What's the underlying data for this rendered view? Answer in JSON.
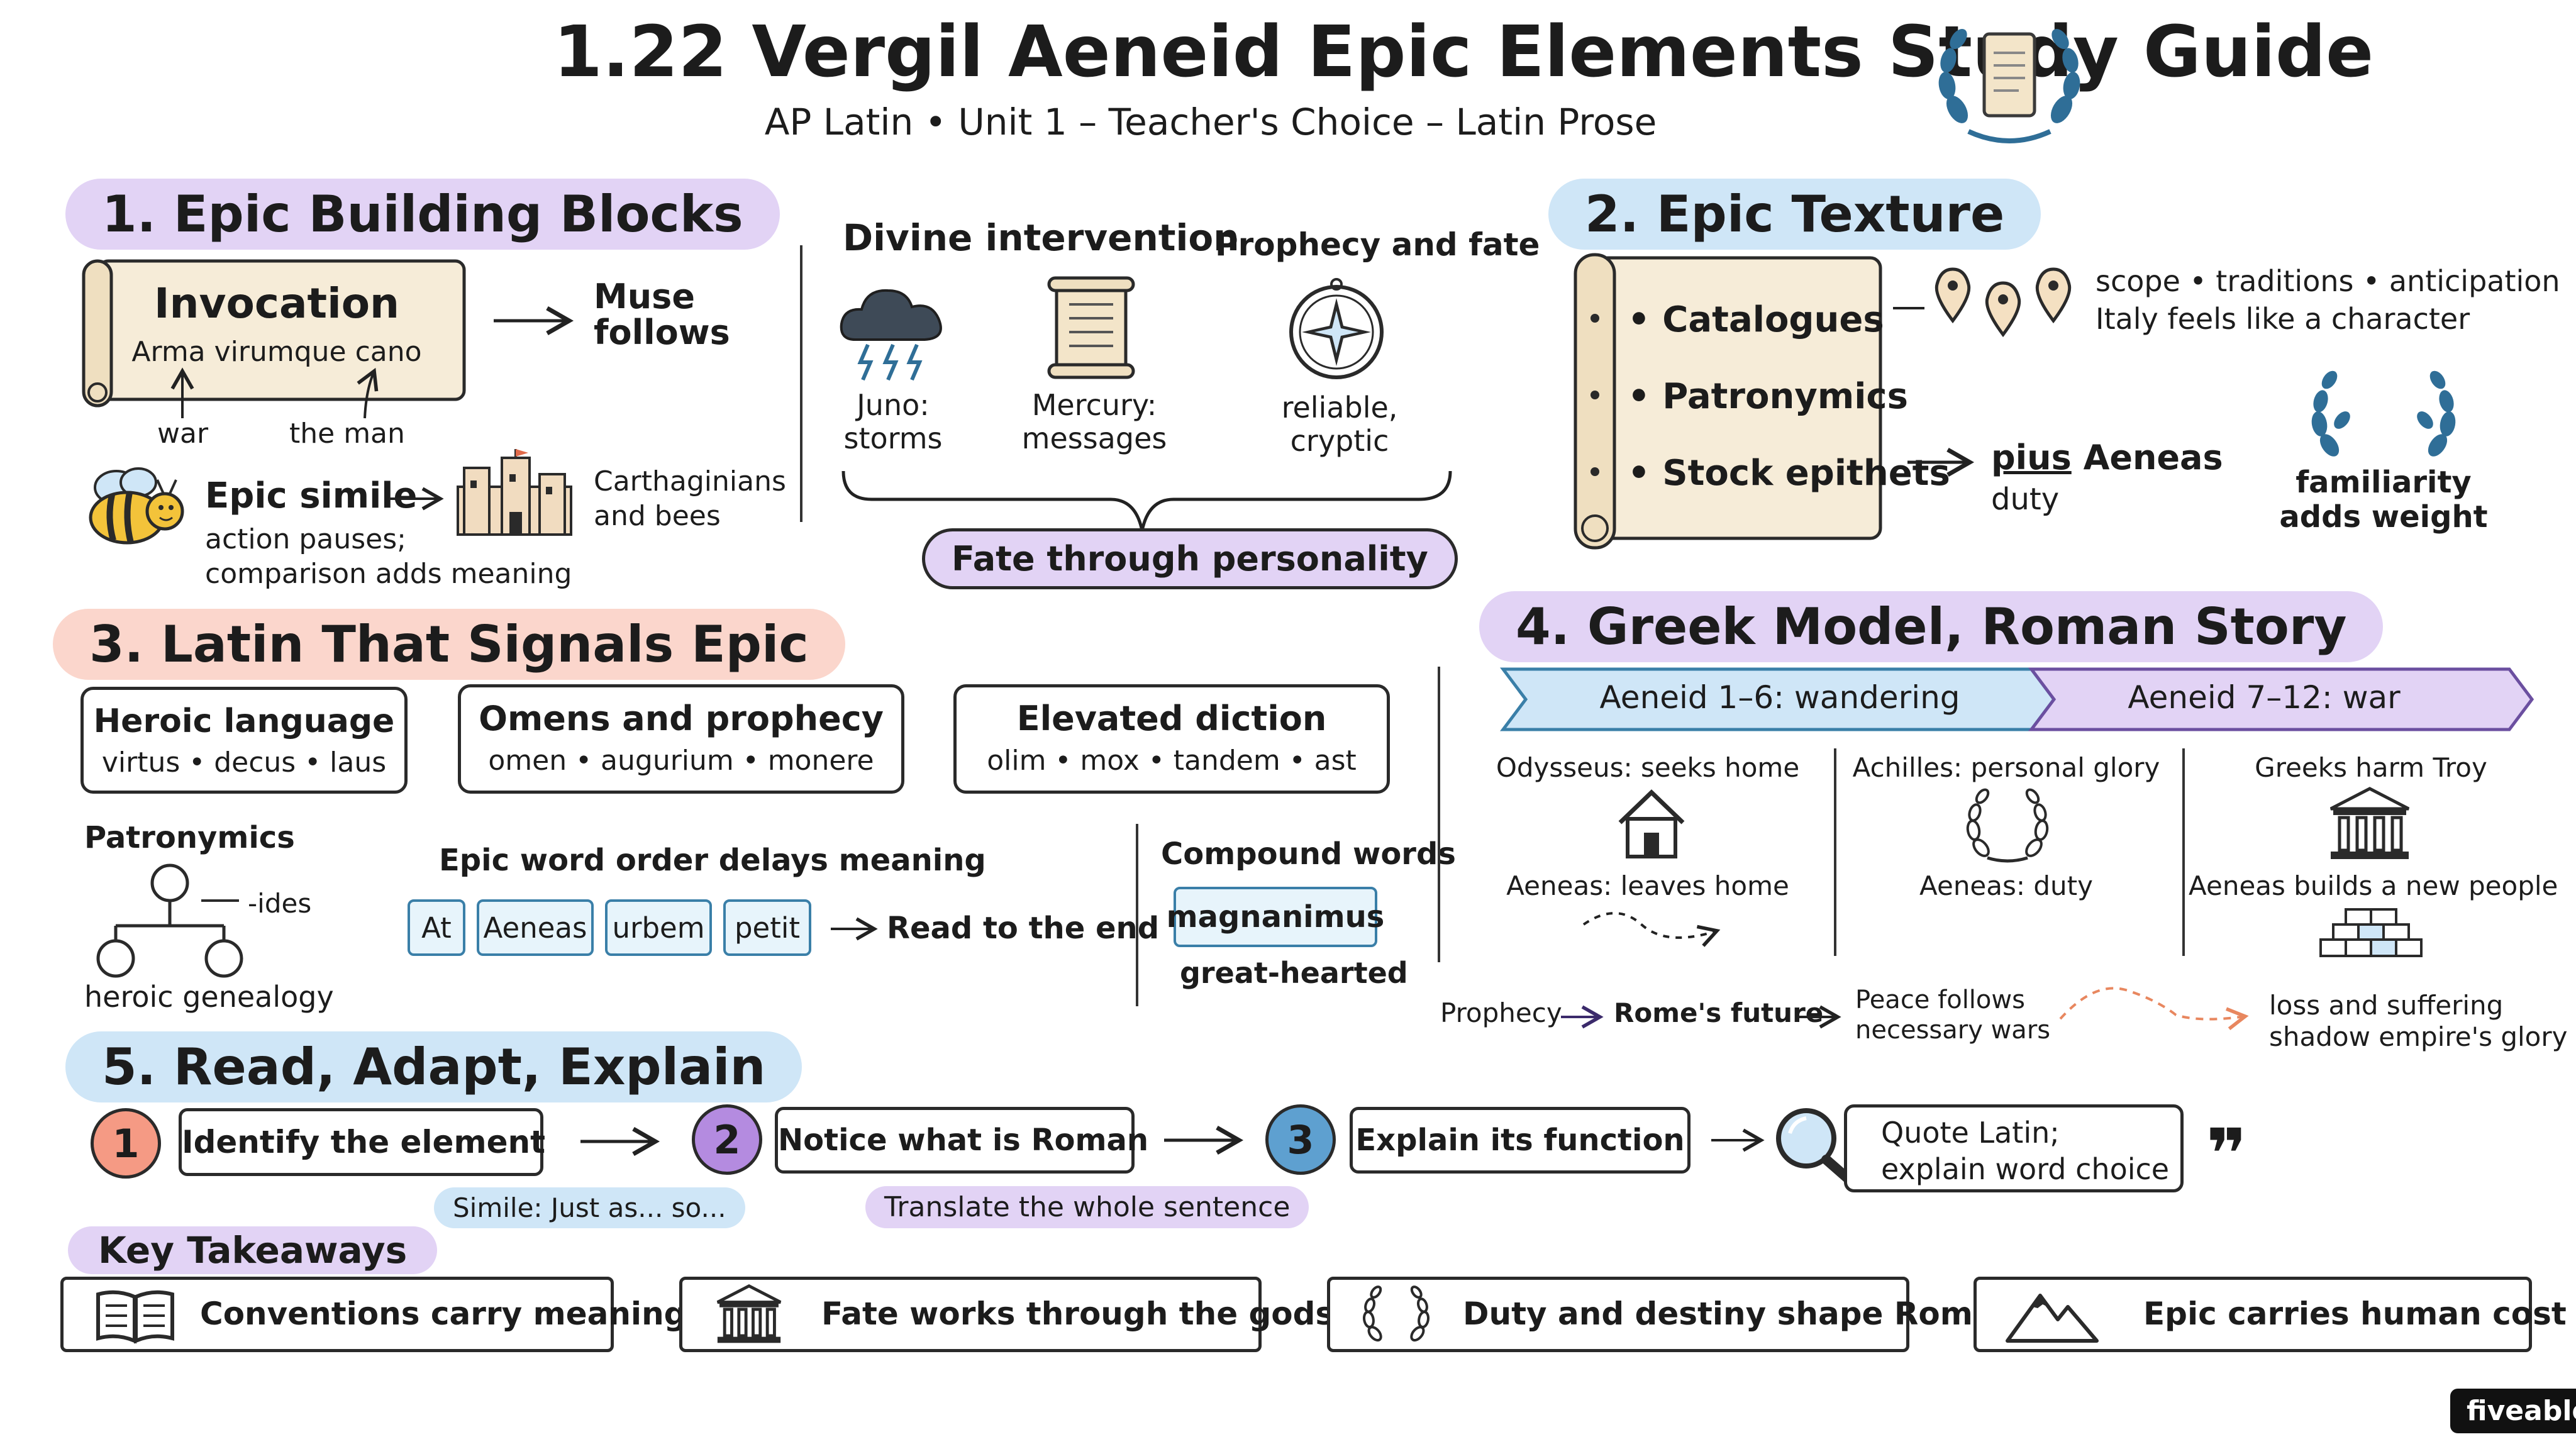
{
  "header": {
    "title": "1.22 Vergil Aeneid Epic Elements Study Guide",
    "subtitle": "AP Latin • Unit 1 – Teacher's Choice – Latin Prose"
  },
  "colors": {
    "purple_highlight": "#e2d3f5",
    "blue_highlight": "#cfe6f7",
    "salmon_highlight": "#fbd6cc",
    "step1": "#f59a84",
    "step2": "#b48be0",
    "step3": "#5ea0d0",
    "tag_border": "#3a7fa8",
    "laurel": "#2f6e97"
  },
  "s1": {
    "heading": "1. Epic Building Blocks",
    "invocation_title": "Invocation",
    "invocation_latin": "Arma virumque cano",
    "muse_follows": "Muse\nfollows",
    "war": "war",
    "the_man": "the man",
    "simile_title": "Epic simile",
    "simile_desc": "action pauses;\ncomparison adds meaning",
    "carthaginians": "Carthaginians\nand bees",
    "divine_title": "Divine intervention",
    "juno": "Juno:\nstorms",
    "mercury": "Mercury:\nmessages",
    "prophecy_title": "Prophecy and fate",
    "reliable": "reliable,\ncryptic",
    "fate_pill": "Fate through personality"
  },
  "s2": {
    "heading": "2. Epic Texture",
    "items": [
      "Catalogues",
      "Patronymics",
      "Stock epithets"
    ],
    "scope_line1": "scope • traditions • anticipation",
    "scope_line2": "Italy feels like a character",
    "pius": "pius",
    "aeneas": "Aeneas",
    "duty": "duty",
    "familiarity": "familiarity\nadds weight"
  },
  "s3": {
    "heading": "3. Latin That Signals Epic",
    "boxes": [
      {
        "title": "Heroic language",
        "words": "virtus • decus • laus"
      },
      {
        "title": "Omens and prophecy",
        "words": "omen • augurium • monere"
      },
      {
        "title": "Elevated diction",
        "words": "olim • mox • tandem • ast"
      }
    ],
    "patronymics_title": "Patronymics",
    "ides": "-ides",
    "heroic_genealogy": "heroic genealogy",
    "word_order_title": "Epic word order delays meaning",
    "word_tags": [
      "At",
      "Aeneas",
      "urbem",
      "petit"
    ],
    "read_to_end": "Read to the end",
    "compound_title": "Compound words",
    "magnanimus": "magnanimus",
    "great_hearted": "great-hearted"
  },
  "s4": {
    "heading": "4. Greek Model, Roman Story",
    "banner1": "Aeneid 1–6: wandering",
    "banner2": "Aeneid 7–12: war",
    "cols": [
      {
        "top": "Odysseus: seeks home",
        "bottom": "Aeneas: leaves home"
      },
      {
        "top": "Achilles: personal glory",
        "bottom": "Aeneas: duty"
      },
      {
        "top": "Greeks harm Troy",
        "bottom": "Aeneas builds a new people"
      }
    ],
    "prophecy": "Prophecy",
    "romes_future": "Rome's future",
    "peace_follows": "Peace follows\nnecessary wars",
    "loss": "loss and suffering\nshadow empire's glory"
  },
  "s5": {
    "heading": "5. Read, Adapt, Explain",
    "steps": [
      {
        "num": "1",
        "label": "Identify the element",
        "hint": "Simile: Just as... so..."
      },
      {
        "num": "2",
        "label": "Notice what is Roman",
        "hint": "Translate the whole sentence"
      },
      {
        "num": "3",
        "label": "Explain its function"
      }
    ],
    "quote": "Quote Latin;\nexplain word choice",
    "quote_mark": "❞"
  },
  "takeaways": {
    "heading": "Key Takeaways",
    "items": [
      {
        "label": "Conventions carry meaning",
        "icon": "book-icon"
      },
      {
        "label": "Fate works through the gods",
        "icon": "temple-icon"
      },
      {
        "label": "Duty and destiny shape Rome",
        "icon": "laurel-icon"
      },
      {
        "label": "Epic carries human cost",
        "icon": "mountain-icon"
      }
    ]
  },
  "brand": "fiveable"
}
